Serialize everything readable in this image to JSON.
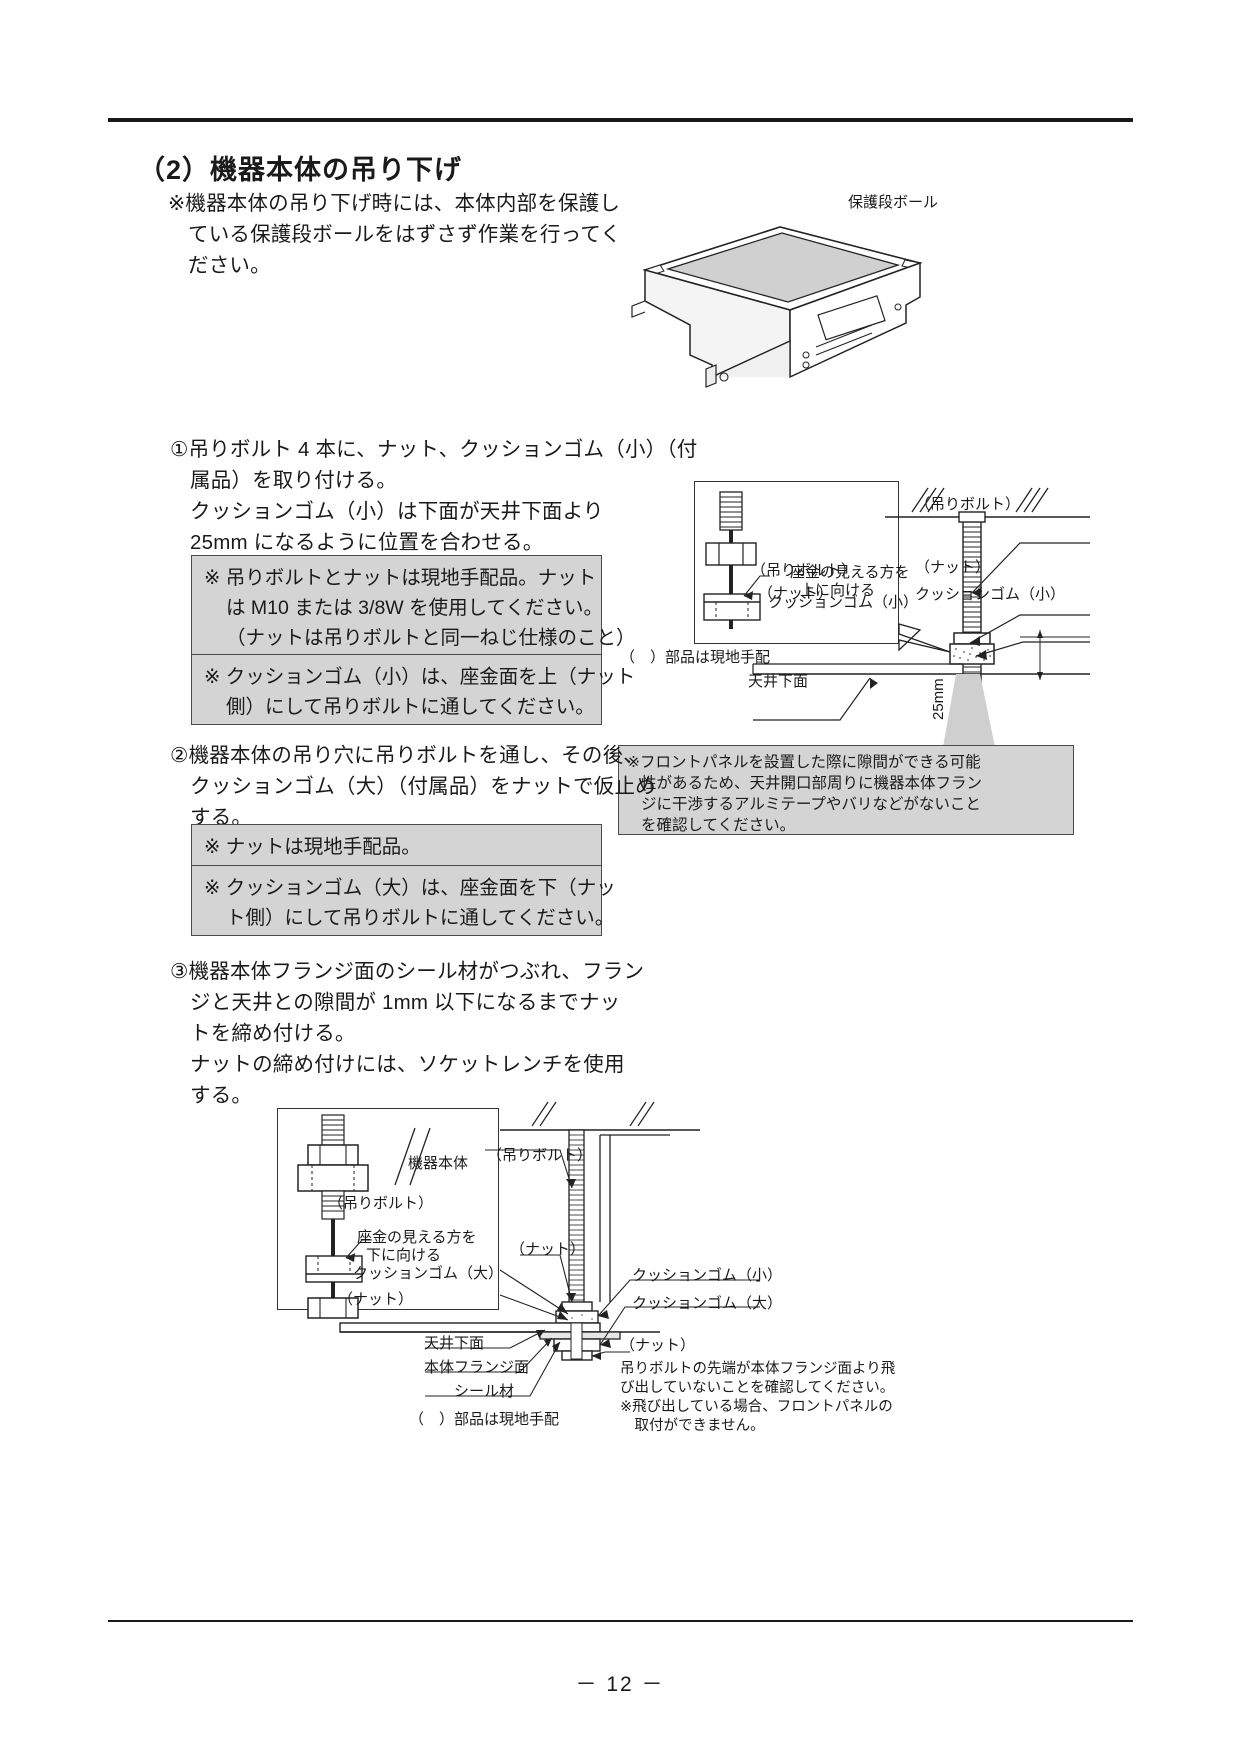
{
  "page": {
    "number": "－ 12 －"
  },
  "section": {
    "title": "（2）機器本体の吊り下げ",
    "intro": [
      "※機器本体の吊り下げ時には、本体内部を保護し",
      "ている保護段ボールをはずさず作業を行ってく",
      "ださい。"
    ]
  },
  "steps": [
    {
      "id": "step-1",
      "lines": [
        "①吊りボルト 4 本に、ナット、クッションゴム（小）（付",
        "属品）を取り付ける。",
        "クッションゴム（小）は下面が天井下面より",
        "25mm になるように位置を合わせる。"
      ],
      "notes": [
        {
          "lines": [
            "※ 吊りボルトとナットは現地手配品。ナット",
            "は M10 または 3/8W を使用してください。",
            "（ナットは吊りボルトと同一ねじ仕様のこと）"
          ]
        },
        {
          "lines": [
            "※ クッションゴム（小）は、座金面を上（ナット",
            "側）にして吊りボルトに通してください。"
          ]
        }
      ]
    },
    {
      "id": "step-2",
      "lines": [
        "②機器本体の吊り穴に吊りボルトを通し、その後、",
        "クッションゴム（大）（付属品）をナットで仮止め",
        "する。"
      ],
      "notes": [
        {
          "lines": [
            "※ ナットは現地手配品。"
          ]
        },
        {
          "lines": [
            "※ クッションゴム（大）は、座金面を下（ナッ",
            "ト側）にして吊りボルトに通してください。"
          ]
        }
      ]
    },
    {
      "id": "step-3",
      "lines": [
        "③機器本体フランジ面のシール材がつぶれ、フラン",
        "ジと天井との隙間が 1mm 以下になるまでナッ",
        "トを締め付ける。",
        "ナットの締め付けには、ソケットレンチを使用",
        "する。"
      ]
    }
  ],
  "figure_top": {
    "label_cardboard": "保護段ボール"
  },
  "figure_mid": {
    "detail_box": {
      "label_bolt": "（吊りボルト）",
      "label_nut": "（ナット）",
      "label_washer_note_1": "座金の見える方を",
      "label_washer_note_2": "上に向ける",
      "label_cushion_small": "クッションゴム（小）"
    },
    "footnote": "（　）部品は現地手配",
    "label_bolt": "（吊りボルト）",
    "label_nut": "（ナット）",
    "label_cushion_small": "クッションゴム（小）",
    "label_ceiling": "天井下面",
    "dimension": "25mm",
    "warning": [
      "※フロントパネルを設置した際に隙間ができる可能",
      "性があるため、天井開口部周りに機器本体フラン",
      "ジに干渉するアルミテープやバリなどがないこと",
      "を確認してください。"
    ]
  },
  "figure_bottom": {
    "detail_box": {
      "label_body": "機器本体",
      "label_bolt": "（吊りボルト）",
      "label_washer_note_1": "座金の見える方を",
      "label_washer_note_2": "下に向ける",
      "label_cushion_large": "クッションゴム（大）",
      "label_nut": "（ナット）"
    },
    "label_bolt": "（吊りボルト）",
    "label_nut_upper": "（ナット）",
    "label_cushion_small": "クッションゴム（小）",
    "label_cushion_large": "クッションゴム（大）",
    "label_ceiling": "天井下面",
    "label_flange": "本体フランジ面",
    "label_seal": "シール材",
    "label_nut_lower": "（ナット）",
    "footnote": "（　）部品は現地手配",
    "warning": [
      "吊りボルトの先端が本体フランジ面より飛",
      "び出していないことを確認してください。",
      "※飛び出している場合、フロントパネルの",
      "　取付ができません。"
    ]
  },
  "colors": {
    "ink": "#1a1a1a",
    "note_bg": "#d4d4d4",
    "note_border": "#4a4a4a",
    "fill_gray": "#cccccc",
    "fill_light": "#e8e8e8"
  }
}
